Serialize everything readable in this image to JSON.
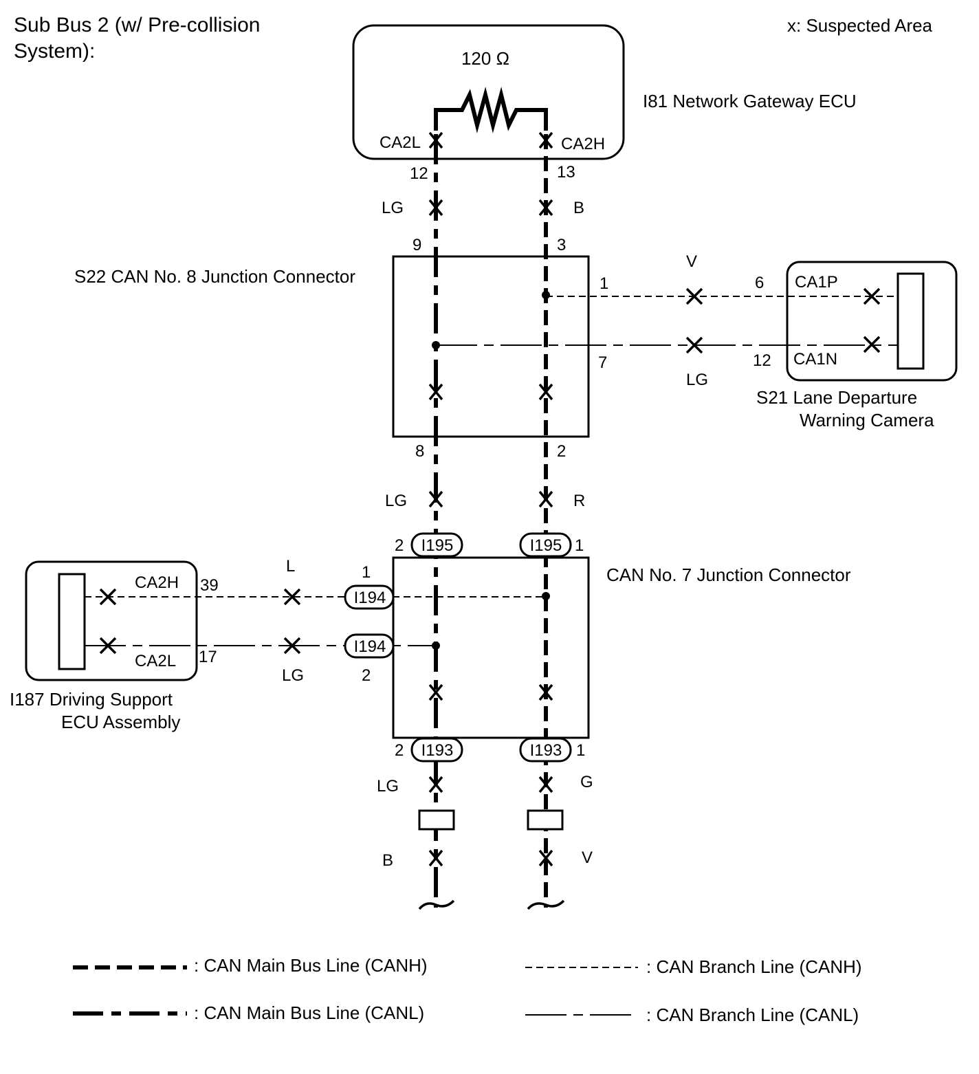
{
  "title": "Sub Bus 2 (w/ Pre-collision System):",
  "title_lines": [
    "Sub Bus 2 (w/ Pre-collision",
    "System):"
  ],
  "suspected_note": "x: Suspected Area",
  "gateway": {
    "label": "I81  Network Gateway ECU",
    "resistor_label": "120 Ω",
    "pin_left": "CA2L",
    "pin_right": "CA2H",
    "term_left": "12",
    "term_right": "13"
  },
  "wires": {
    "top_left_color": "LG",
    "top_right_color": "B",
    "mid_left_color": "LG",
    "mid_right_color": "R",
    "low_left_color": "LG",
    "low_right_color": "G",
    "bottom_left_color": "B",
    "bottom_right_color": "V",
    "camera_h_color": "V",
    "camera_l_color": "LG",
    "ecu_h_color": "L",
    "ecu_l_color": "LG"
  },
  "s22": {
    "label": "S22  CAN No. 8 Junction Connector",
    "pin_top_left": "9",
    "pin_top_right": "3",
    "pin_branch_h": "1",
    "pin_branch_l": "7",
    "pin_bottom_left": "8",
    "pin_bottom_right": "2"
  },
  "camera": {
    "label_lines": [
      "S21  Lane Departure",
      "Warning Camera"
    ],
    "pin_p": "CA1P",
    "pin_n": "CA1N",
    "term_p": "6",
    "term_n": "12"
  },
  "j7": {
    "label": "CAN No. 7 Junction Connector",
    "conn_top": "I195",
    "conn_branch": "I194",
    "conn_bottom": "I193",
    "pin_top_left": "2",
    "pin_top_right": "1",
    "pin_branch_h": "1",
    "pin_branch_l": "2",
    "pin_bottom_left": "2",
    "pin_bottom_right": "1"
  },
  "dsecu": {
    "label_lines": [
      "I187  Driving Support",
      "ECU Assembly"
    ],
    "pin_h": "CA2H",
    "pin_l": "CA2L",
    "term_h": "39",
    "term_l": "17"
  },
  "legend": {
    "main_h": ": CAN Main Bus Line (CANH)",
    "main_l": ": CAN Main Bus Line (CANL)",
    "branch_h": ": CAN Branch Line (CANH)",
    "branch_l": ": CAN Branch Line (CANL)"
  }
}
